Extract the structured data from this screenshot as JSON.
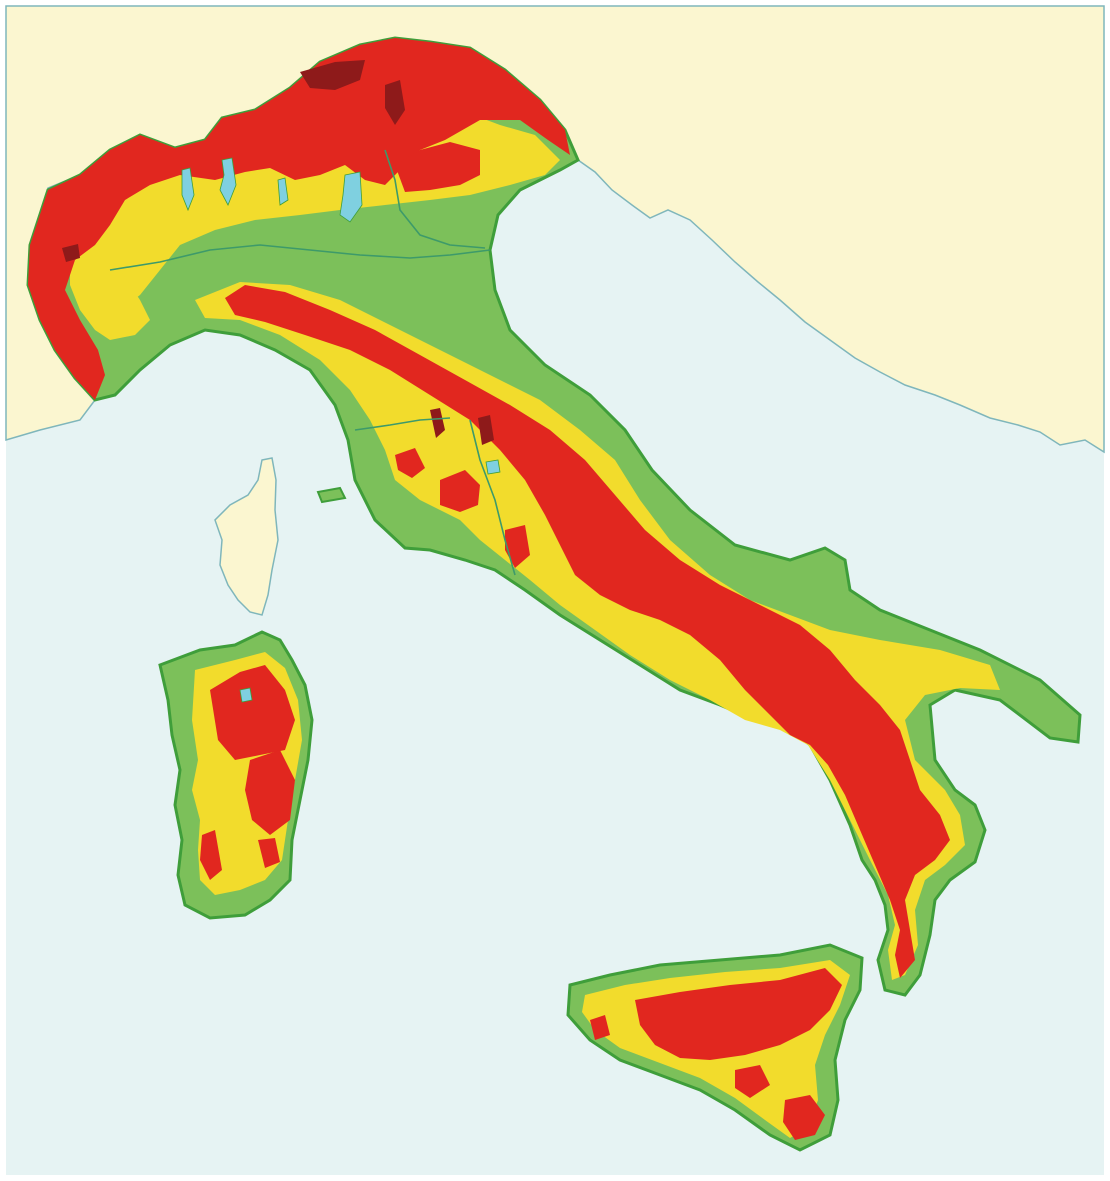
{
  "map": {
    "colors": {
      "sea": "#e6f3f3",
      "foreign_land": "#fbf6d0",
      "coast_line": "#7fb6bb",
      "lowland": "#7cc05a",
      "coast_edge": "#3f9e3a",
      "hill": "#f2dc2c",
      "mountain": "#e1271f",
      "high_peak": "#8e1a1a",
      "lake": "#7fd0e0",
      "river": "#3d9a6a",
      "frame": "#ffffff"
    },
    "legend_order": [
      "lowland",
      "hill",
      "mountain"
    ],
    "regions": [
      {
        "name": "mainland",
        "elevation_bands": [
          "lowland",
          "hill",
          "mountain"
        ]
      },
      {
        "name": "sardinia",
        "elevation_bands": [
          "lowland",
          "hill",
          "mountain"
        ]
      },
      {
        "name": "sicily",
        "elevation_bands": [
          "lowland",
          "hill",
          "mountain"
        ]
      },
      {
        "name": "corsica",
        "elevation_bands": [
          "foreign_land"
        ]
      }
    ]
  }
}
